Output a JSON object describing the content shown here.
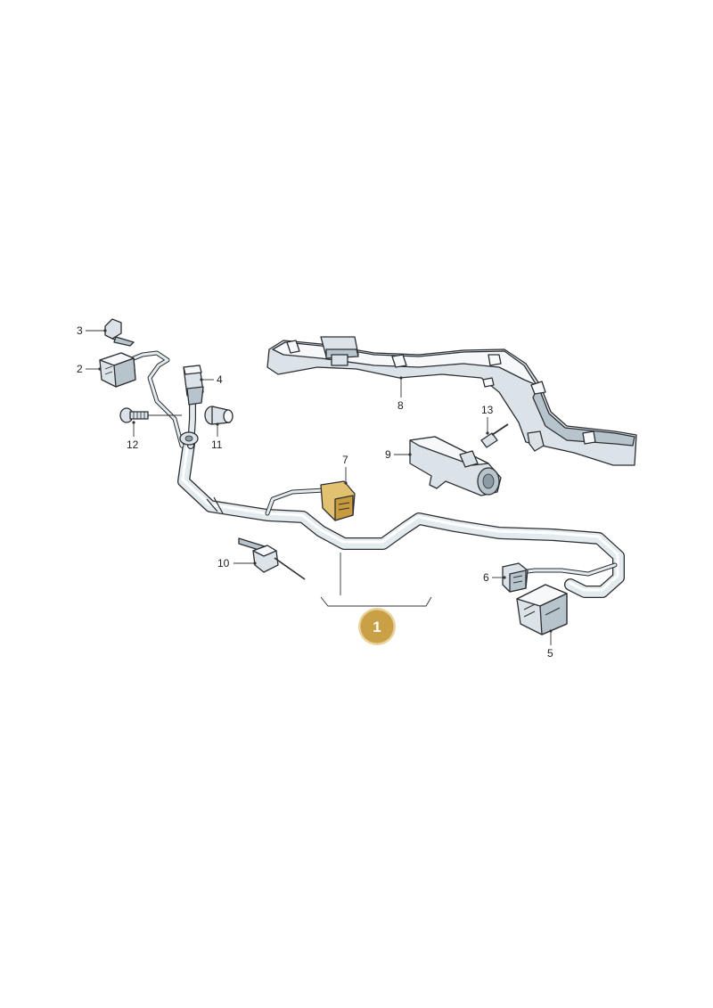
{
  "diagram": {
    "callouts": [
      {
        "id": "c1",
        "text": "1"
      },
      {
        "id": "c2",
        "text": "2"
      },
      {
        "id": "c3",
        "text": "3"
      },
      {
        "id": "c4",
        "text": "4"
      },
      {
        "id": "c5",
        "text": "5"
      },
      {
        "id": "c6",
        "text": "6"
      },
      {
        "id": "c7",
        "text": "7"
      },
      {
        "id": "c8",
        "text": "8"
      },
      {
        "id": "c9",
        "text": "9"
      },
      {
        "id": "c10",
        "text": "10"
      },
      {
        "id": "c11",
        "text": "11"
      },
      {
        "id": "c12",
        "text": "12"
      },
      {
        "id": "c13",
        "text": "13"
      }
    ],
    "colors": {
      "badge": "#c9a046",
      "badge_ring": "#e9d29a",
      "highlight_part": "#e2c270",
      "part_fill": "#dbe3e8",
      "outline": "#2b2f33"
    }
  }
}
